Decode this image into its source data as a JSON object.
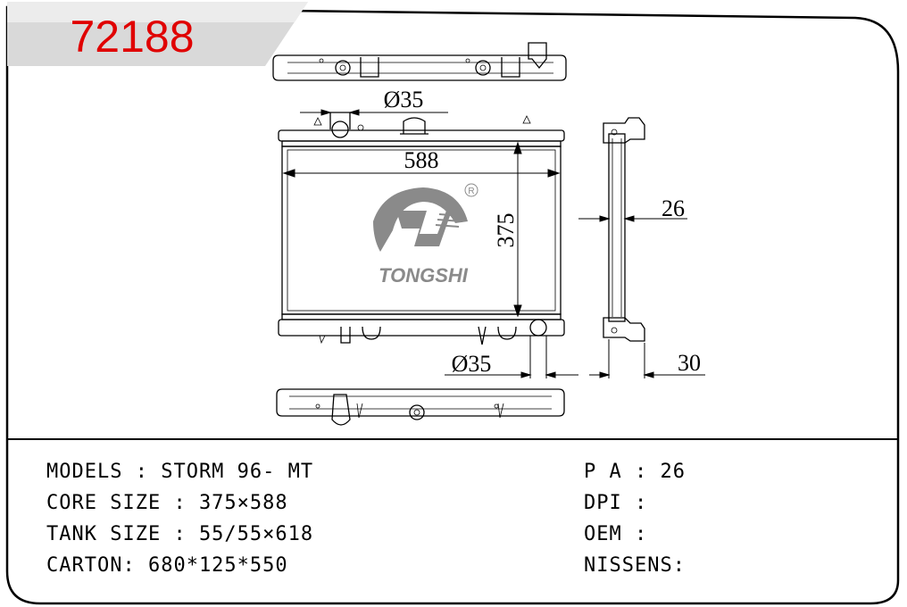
{
  "part_number": "72188",
  "colors": {
    "part_number": "#e00000",
    "frame": "#000000",
    "logo_gray": "#8a8a8a"
  },
  "dimensions": {
    "inlet_diameter": "Ø35",
    "outlet_diameter": "Ø35",
    "core_width": "588",
    "core_height": "375",
    "core_thickness": "26",
    "tank_thickness": "30"
  },
  "logo": {
    "brand": "TONGSHI",
    "registered_mark": "R"
  },
  "specs": {
    "models": "MODELS : STORM 96- MT",
    "core_size": "CORE SIZE : 375×588",
    "tank_size": "TANK SIZE : 55/55×618",
    "carton": "CARTON: 680*125*550",
    "pa": "P A : 26",
    "dpi": "DPI :",
    "oem": "OEM :",
    "nissens": "NISSENS:"
  }
}
